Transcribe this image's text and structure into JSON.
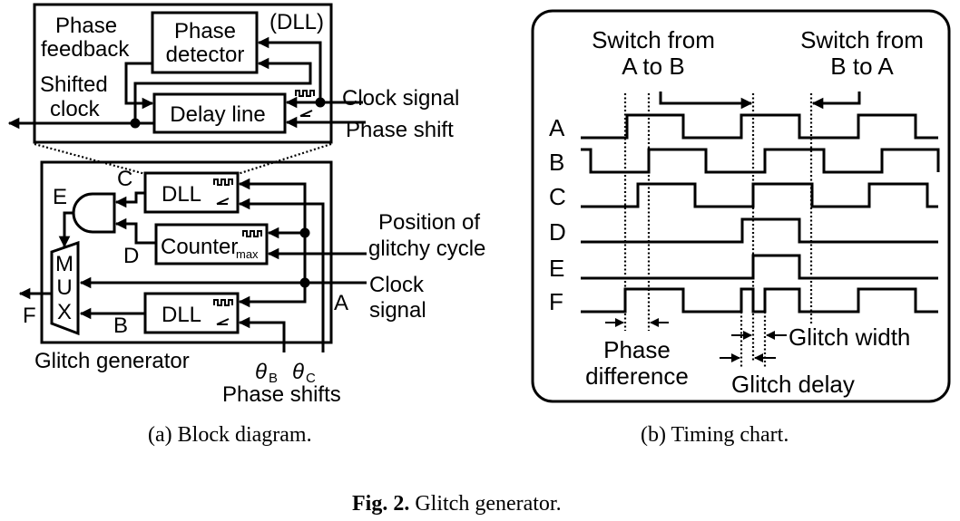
{
  "block_diagram": {
    "dll_detail": {
      "title": "(DLL)",
      "phase_detector": [
        "Phase",
        "detector"
      ],
      "delay_line": "Delay line",
      "phase_feedback": [
        "Phase",
        "feedback"
      ],
      "shifted_clock": [
        "Shifted",
        "clock"
      ],
      "clock_signal": "Clock signal",
      "phase_shift": "Phase shift"
    },
    "glitch_generator": {
      "label": "Glitch generator",
      "dll_top": "DLL",
      "dll_bottom": "DLL",
      "counter": "Counter",
      "counter_sub": "max",
      "mux": [
        "M",
        "U",
        "X"
      ],
      "node_c": "C",
      "node_d": "D",
      "node_e": "E",
      "node_b": "B",
      "node_a": "A",
      "node_f": "F",
      "position_of": [
        "Position of",
        "glitchy cycle"
      ],
      "clock_signal": [
        "Clock",
        "signal"
      ],
      "theta_b": "θ",
      "theta_b_sub": "B",
      "theta_c": "θ",
      "theta_c_sub": "C",
      "phase_shifts": "Phase shifts"
    }
  },
  "timing_chart": {
    "switch_a_to_b": [
      "Switch from",
      "A to B"
    ],
    "switch_b_to_a": [
      "Switch from",
      "B to A"
    ],
    "signals": [
      {
        "name": "A",
        "initial": 0,
        "edges": [
          691,
          753,
          817,
          881,
          946,
          1009
        ]
      },
      {
        "name": "B",
        "initial": 1,
        "edges": [
          651,
          715,
          778,
          843,
          908,
          972,
          1034
        ]
      },
      {
        "name": "C",
        "initial": 0,
        "edges": [
          703,
          766,
          830,
          895,
          958,
          1022
        ]
      },
      {
        "name": "D",
        "initial": 0,
        "edges": [
          818,
          881
        ]
      },
      {
        "name": "E",
        "initial": 0,
        "edges": [
          830,
          881
        ]
      },
      {
        "name": "F",
        "initial": 0,
        "edges": [
          689,
          753,
          817,
          830,
          843,
          881,
          946,
          1009
        ]
      }
    ],
    "phase_difference": [
      "Phase",
      "difference"
    ],
    "glitch_width": "Glitch width",
    "glitch_delay": "Glitch delay"
  },
  "captions": {
    "a": "(a) Block diagram.",
    "b": "(b) Timing chart.",
    "fig_label": "Fig. 2.",
    "fig_text": " Glitch generator."
  }
}
